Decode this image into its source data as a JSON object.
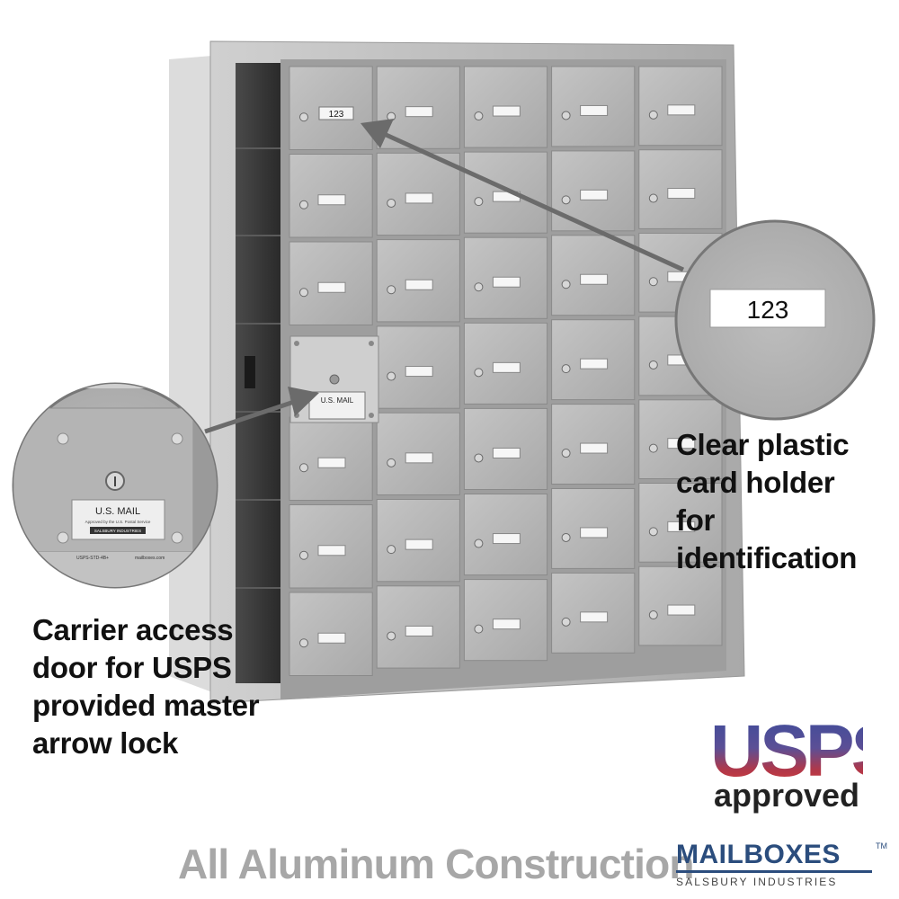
{
  "mailbox": {
    "rows": 7,
    "cols": 5,
    "sample_card_number": "123",
    "carrier_door_row": 4,
    "carrier_door_col": 1
  },
  "plates": {
    "us_mail": "U.S. MAIL",
    "approved_line": "Approved by the U.S. Postal Service",
    "maker_badge": "SALSBURY INDUSTRIES",
    "model_code": "USPS-STD-4B+",
    "website": "mailboxes.com"
  },
  "zoom_card": {
    "number": "123"
  },
  "callouts": {
    "carrier_access": [
      "Carrier access",
      "door for USPS",
      "provided master",
      "arrow lock"
    ],
    "card_holder": [
      "Clear plastic",
      "card holder",
      "for identification"
    ]
  },
  "usps_logo": {
    "word": "USPS",
    "subline": "approved"
  },
  "tagline": "All Aluminum Construction",
  "brand": {
    "name": "MAILBOXES",
    "tm": "TM",
    "sub": "SALSBURY INDUSTRIES"
  },
  "colors": {
    "aluminum": "#b9b9b9",
    "aluminum_dark": "#8e8e8e",
    "callout_gray": "#6b6b6b",
    "brand_blue": "#2b4d7d",
    "usps_blue": "#3f4c9a",
    "usps_red": "#d23b39",
    "tagline_gray": "#a7a7a7"
  },
  "icons": [
    "mail-door-lock-icon",
    "arrow-pointer"
  ]
}
